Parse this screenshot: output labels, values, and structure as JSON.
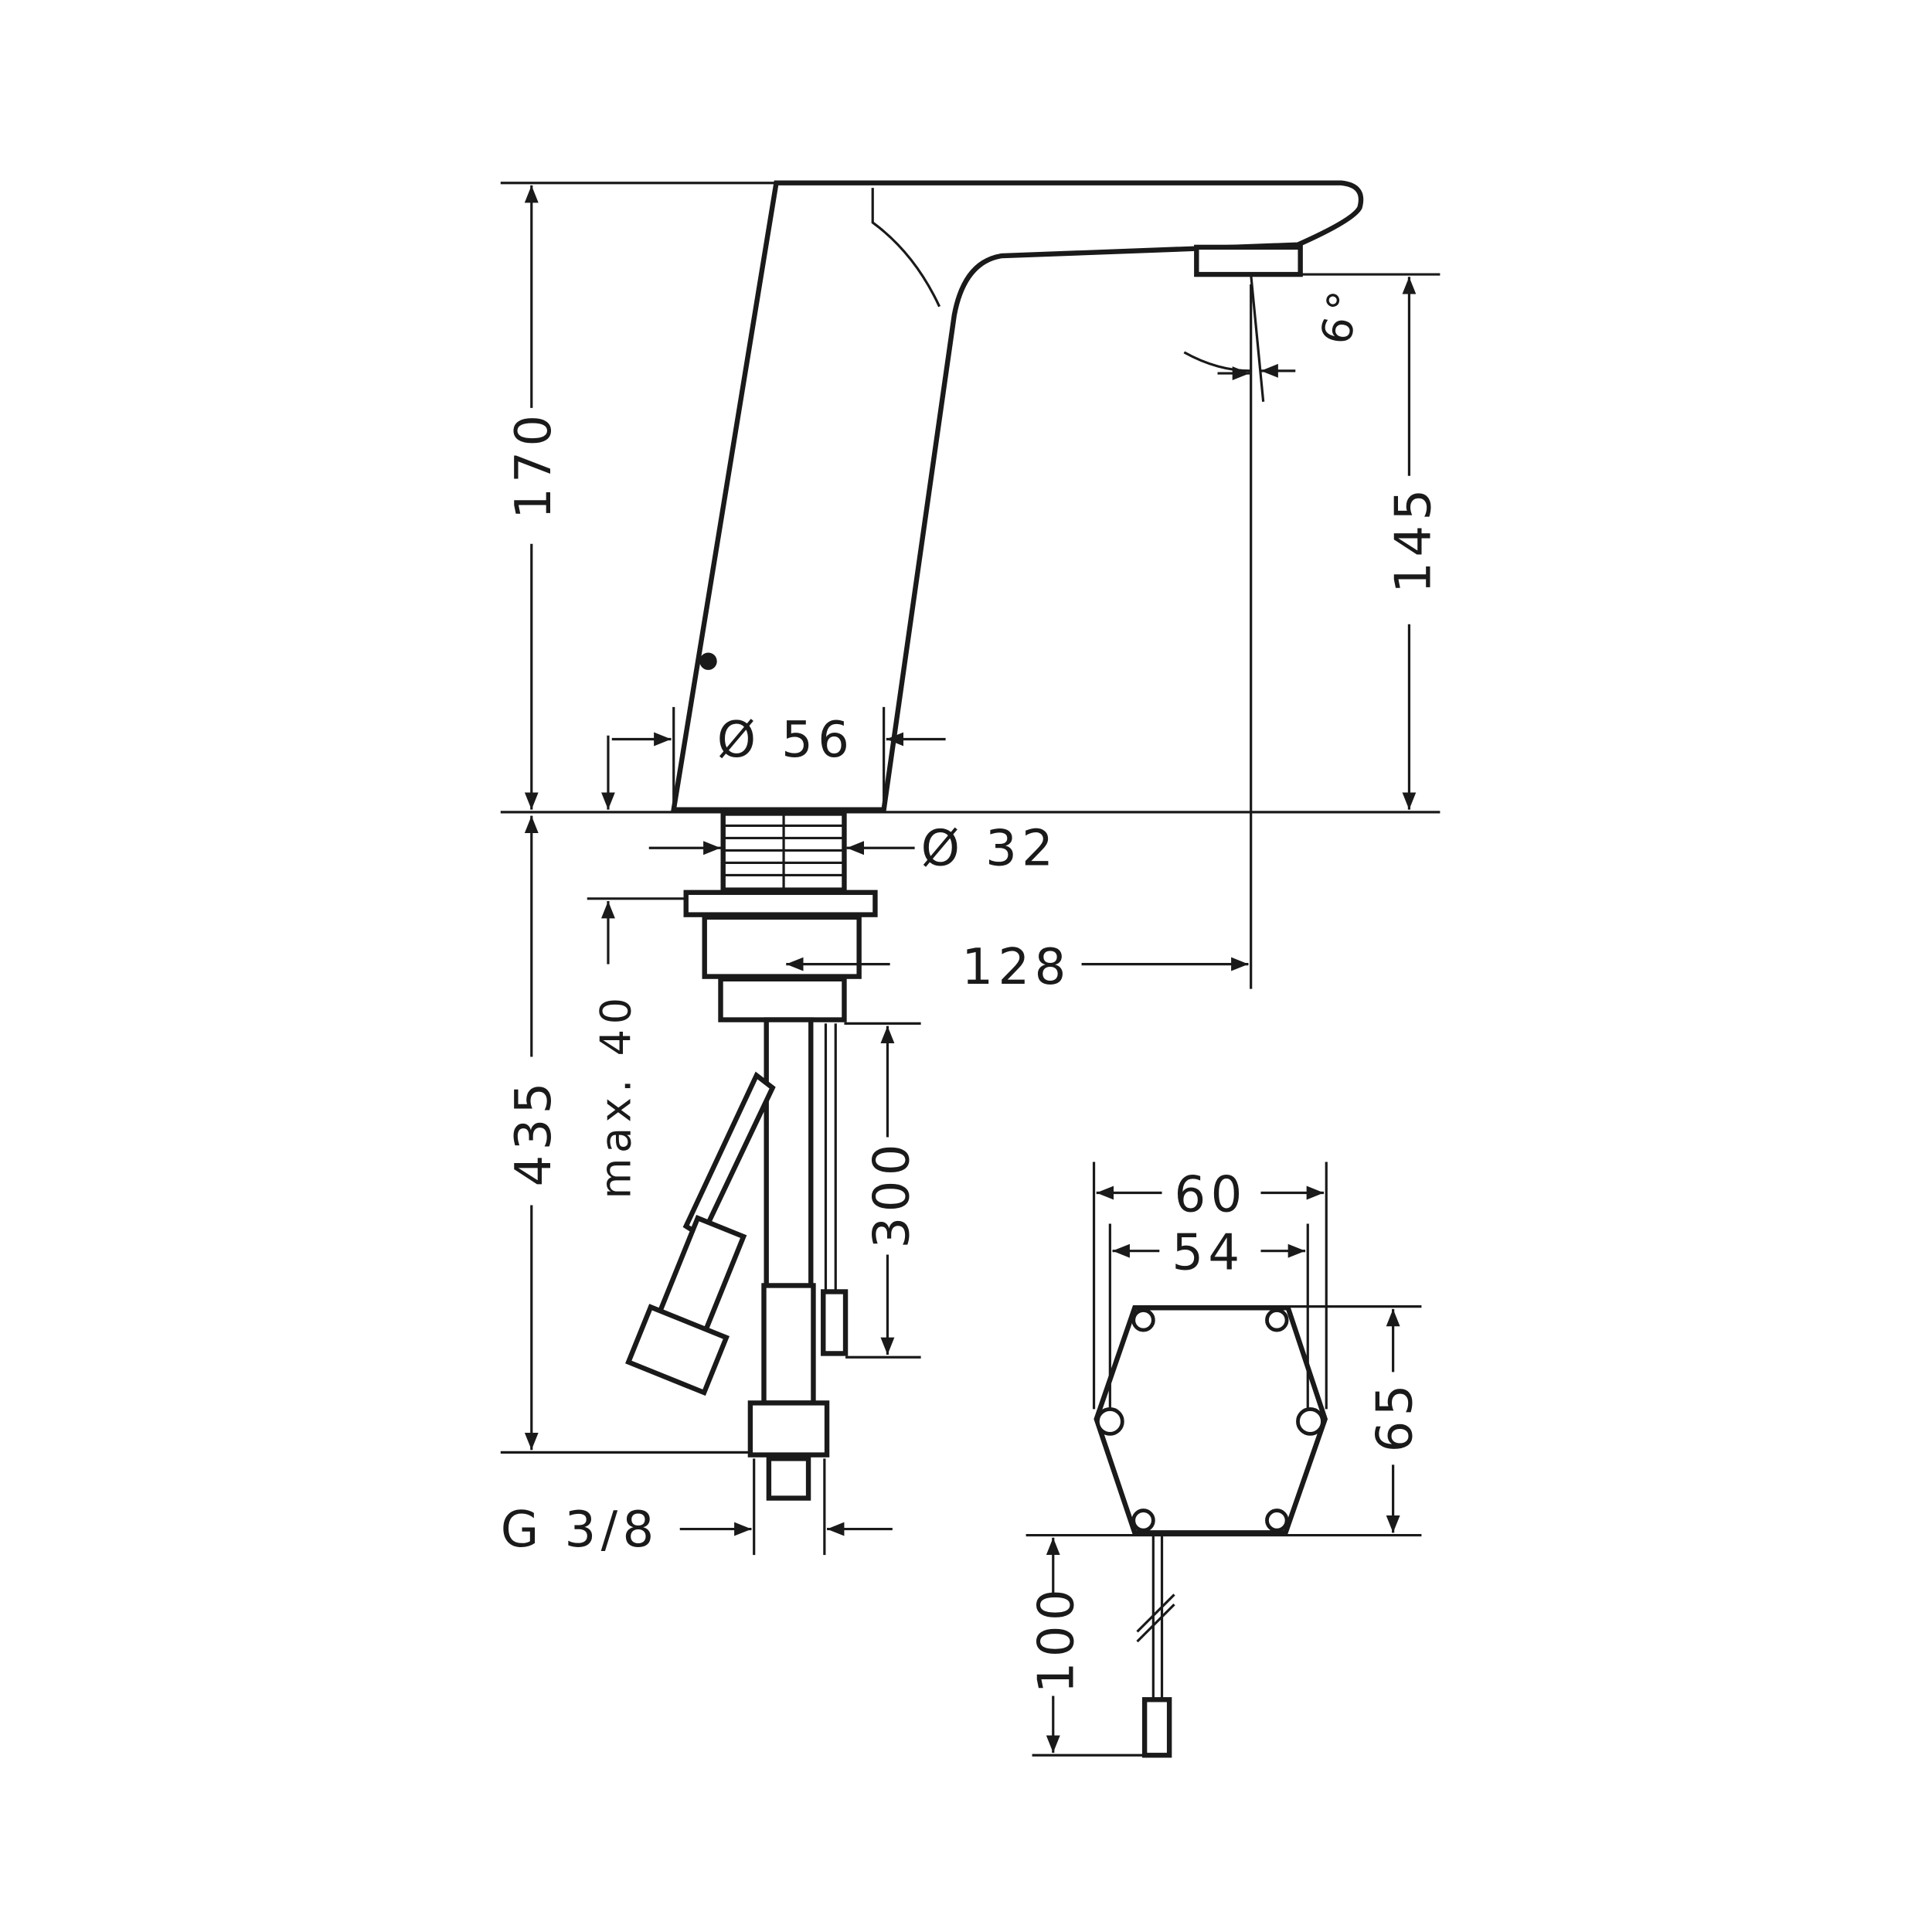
{
  "drawing": {
    "dimensions": {
      "total_height": "170",
      "spout_height": "145",
      "body_diameter": "Ø 56",
      "shank_diameter": "Ø 32",
      "projection": "128",
      "max_deck_thickness": "max. 40",
      "below_deck_length": "435",
      "cable_length": "300",
      "connection_thread": "G 3/8",
      "box_width_outer": "60",
      "box_width_inner": "54",
      "box_height": "65",
      "box_cable": "100",
      "spout_angle": "6°"
    }
  }
}
